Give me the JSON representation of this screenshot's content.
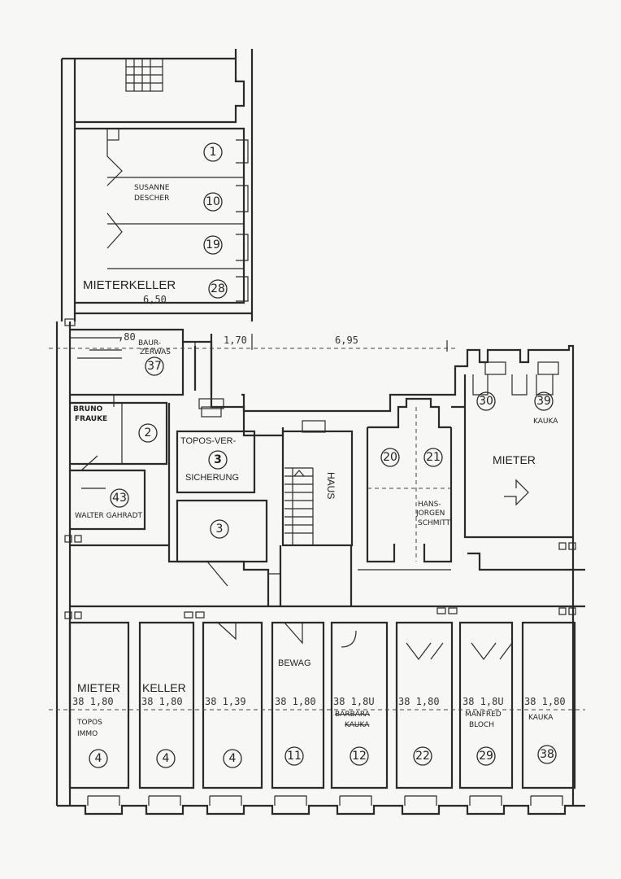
{
  "labels": {
    "mieterkeller_top": "MIETERKELLER",
    "susanne": "SUSANNE",
    "descher": "DESCHER",
    "baur": "BAUR-",
    "zerwas": "ZERWAS",
    "bruno": "BRUNO",
    "frauke": "FRAUKE",
    "walter": "WALTER GAHRADT",
    "topos_ver": "TOPOS-VER-",
    "sicherung": "SICHERUNG",
    "haus_stair": "HAUS",
    "hans": "HANS-",
    "joergen": "JORGEN",
    "schmitt": "SCHMITT",
    "mieter_right": "MIETER",
    "kauka_top": "KAUKA",
    "mieter_bottom": "MIETER",
    "keller_bottom": "KELLER",
    "topos": "TOPOS",
    "immo": "IMMO",
    "bewag": "BEWAG",
    "barbara": "BARBARA",
    "kauka_struck": "KAUKA",
    "manfred": "MANFRED",
    "bloch": "BLOCH",
    "kauka_bottom": "KAUKA"
  },
  "dimensions": {
    "d650": "6,50",
    "d80": ",80",
    "d170": "1,70",
    "d695": "6,95",
    "bottom": [
      "38  1,80",
      "38  1,80",
      "38  1,39",
      "38  1,80",
      "38  1,8U",
      "38  1,80",
      "38  1,8U",
      "38  1,80"
    ]
  },
  "rooms": {
    "r1": "1",
    "r10": "10",
    "r19": "19",
    "r28": "28",
    "r37": "37",
    "r2": "2",
    "r43": "43",
    "r3a": "3",
    "r3b": "3",
    "r20": "20",
    "r21": "21",
    "r30": "30",
    "r39": "39",
    "b1": "4",
    "b2": "4",
    "b3": "4",
    "b4": "11",
    "b5": "12",
    "b6": "22",
    "b7": "29",
    "b8": "38"
  }
}
